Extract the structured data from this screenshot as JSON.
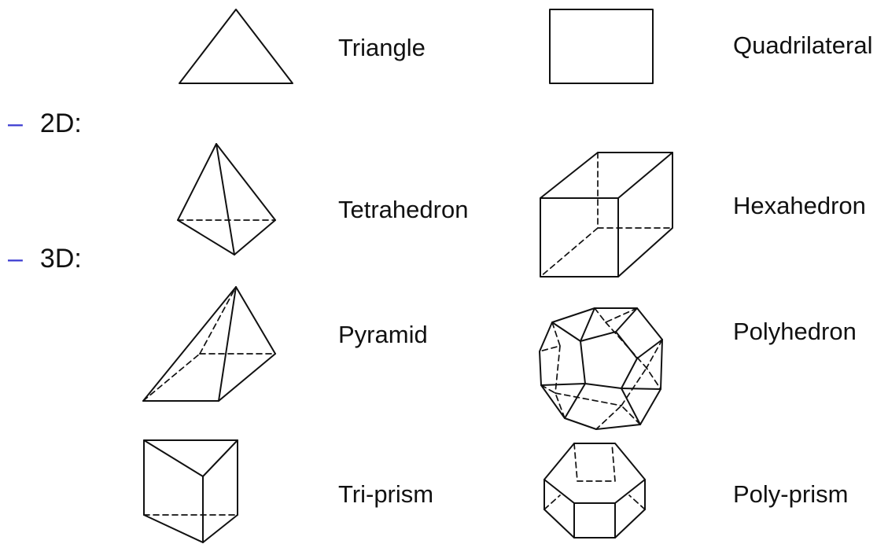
{
  "bullets": [
    {
      "dash": "–",
      "text": "2D:"
    },
    {
      "dash": "–",
      "text": "3D:"
    }
  ],
  "shapes": [
    {
      "label": "Triangle",
      "icon": "triangle-icon"
    },
    {
      "label": "Quadrilateral",
      "icon": "quadrilateral-icon"
    },
    {
      "label": "Tetrahedron",
      "icon": "tetrahedron-icon"
    },
    {
      "label": "Hexahedron",
      "icon": "hexahedron-icon"
    },
    {
      "label": "Pyramid",
      "icon": "pyramid-icon"
    },
    {
      "label": "Polyhedron",
      "icon": "polyhedron-icon"
    },
    {
      "label": "Tri-prism",
      "icon": "tri-prism-icon"
    },
    {
      "label": "Poly-prism",
      "icon": "poly-prism-icon"
    }
  ],
  "colors": {
    "dash": "#3a3ad0",
    "stroke": "#111111"
  }
}
